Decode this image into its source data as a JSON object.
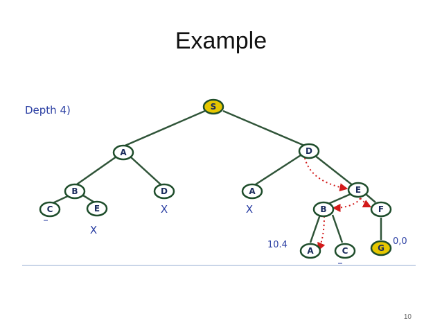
{
  "slide": {
    "title": "Example",
    "page_number": "10"
  },
  "diagram": {
    "depth_label": "Depth 4)",
    "nodes": {
      "S": "S",
      "A1": "A",
      "D1": "D",
      "B1": "B",
      "D2": "D",
      "A2": "A",
      "E1": "E",
      "C1": "C",
      "E2": "E",
      "B2": "B",
      "F": "F",
      "A3": "A",
      "C2": "C",
      "G": "G"
    },
    "marks": {
      "C1": "–",
      "E2": "X",
      "D2": "X",
      "A2": "X",
      "C2": "–"
    },
    "values": {
      "A3": "10.4",
      "G": "0,0"
    },
    "colors": {
      "goal_fill": "#e6c700",
      "node_stroke": "#1e4d2b",
      "edge": "#2f5438",
      "search_path": "#d21a1a",
      "text": "#2b3fa3"
    }
  }
}
